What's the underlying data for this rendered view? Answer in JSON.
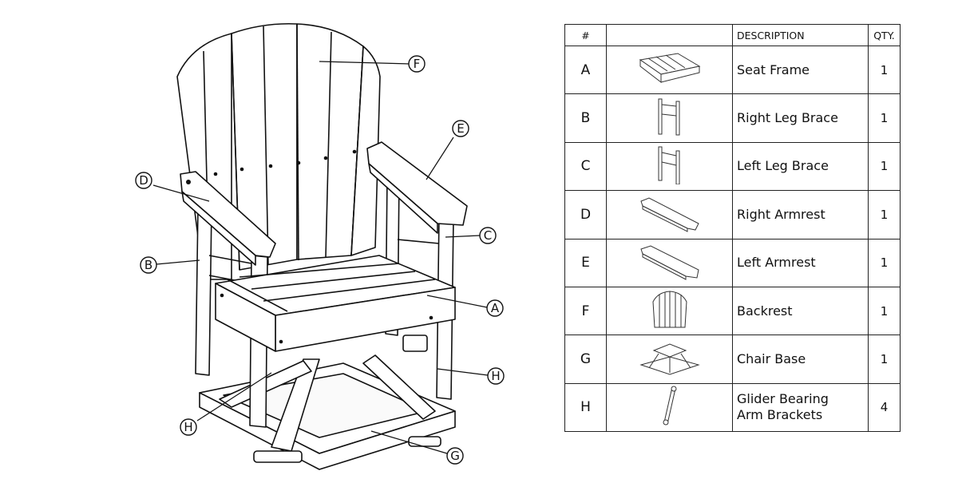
{
  "diagram": {
    "callouts": [
      "A",
      "B",
      "C",
      "D",
      "E",
      "F",
      "G",
      "H",
      "H"
    ]
  },
  "table": {
    "headers": {
      "number": "#",
      "image": "",
      "description": "DESCRIPTION",
      "qty": "QTY."
    },
    "rows": [
      {
        "id": "A",
        "thumb": "seat-frame-thumbnail",
        "description": "Seat Frame",
        "qty": "1"
      },
      {
        "id": "B",
        "thumb": "right-leg-brace-thumbnail",
        "description": "Right Leg Brace",
        "qty": "1"
      },
      {
        "id": "C",
        "thumb": "left-leg-brace-thumbnail",
        "description": "Left Leg Brace",
        "qty": "1"
      },
      {
        "id": "D",
        "thumb": "right-armrest-thumbnail",
        "description": "Right Armrest",
        "qty": "1"
      },
      {
        "id": "E",
        "thumb": "left-armrest-thumbnail",
        "description": "Left Armrest",
        "qty": "1"
      },
      {
        "id": "F",
        "thumb": "backrest-thumbnail",
        "description": "Backrest",
        "qty": "1"
      },
      {
        "id": "G",
        "thumb": "chair-base-thumbnail",
        "description": "Chair Base",
        "qty": "1"
      },
      {
        "id": "H",
        "thumb": "glider-bracket-thumbnail",
        "description": "Glider Bearing\nArm Brackets",
        "qty": "4"
      }
    ]
  }
}
